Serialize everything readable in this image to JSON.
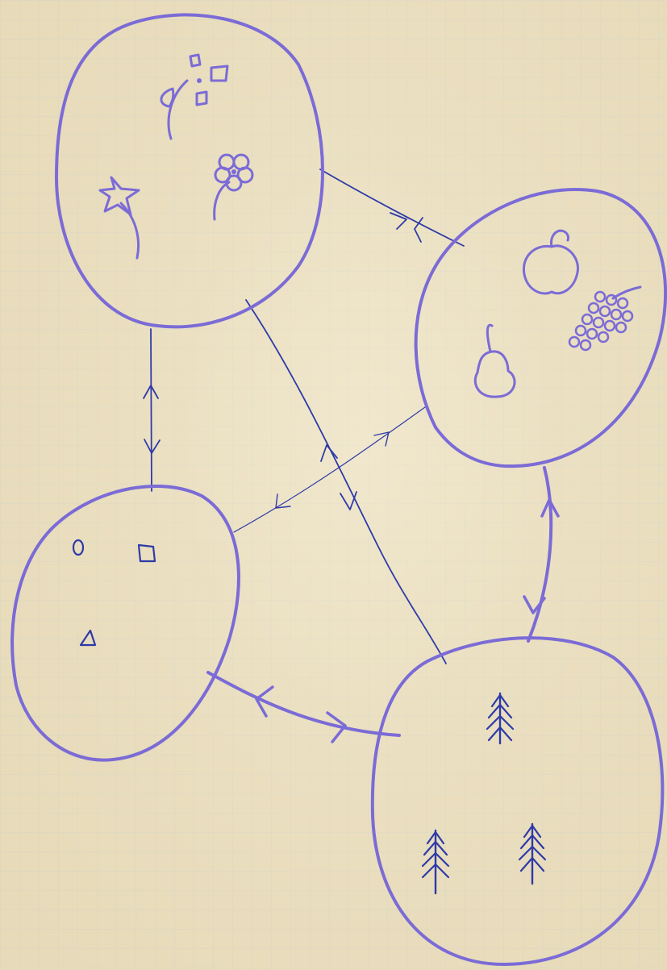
{
  "diagram": {
    "nodes": [
      {
        "id": "flowers",
        "contents": [
          "flower-icon",
          "star-flower-icon",
          "sprout-icon"
        ]
      },
      {
        "id": "fruits",
        "contents": [
          "apple-icon",
          "pear-icon",
          "grapes-icon"
        ]
      },
      {
        "id": "shapes",
        "contents": [
          "circle-shape-icon",
          "square-shape-icon",
          "triangle-shape-icon"
        ]
      },
      {
        "id": "trees",
        "contents": [
          "fir-tree-icon",
          "fir-tree-icon",
          "fir-tree-icon"
        ]
      }
    ],
    "edges": [
      {
        "from": "flowers",
        "to": "fruits",
        "arrows": "both"
      },
      {
        "from": "flowers",
        "to": "shapes",
        "arrows": "both"
      },
      {
        "from": "flowers",
        "to": "trees",
        "arrows": "both"
      },
      {
        "from": "shapes",
        "to": "fruits",
        "arrows": "both"
      },
      {
        "from": "fruits",
        "to": "trees",
        "arrows": "both"
      },
      {
        "from": "shapes",
        "to": "trees",
        "arrows": "both"
      }
    ],
    "colors": {
      "paper": "#eee4c7",
      "grid": "#c9d9dc",
      "violet_ink": "#7b6bd6",
      "blue_ink": "#2e3aa8"
    }
  }
}
